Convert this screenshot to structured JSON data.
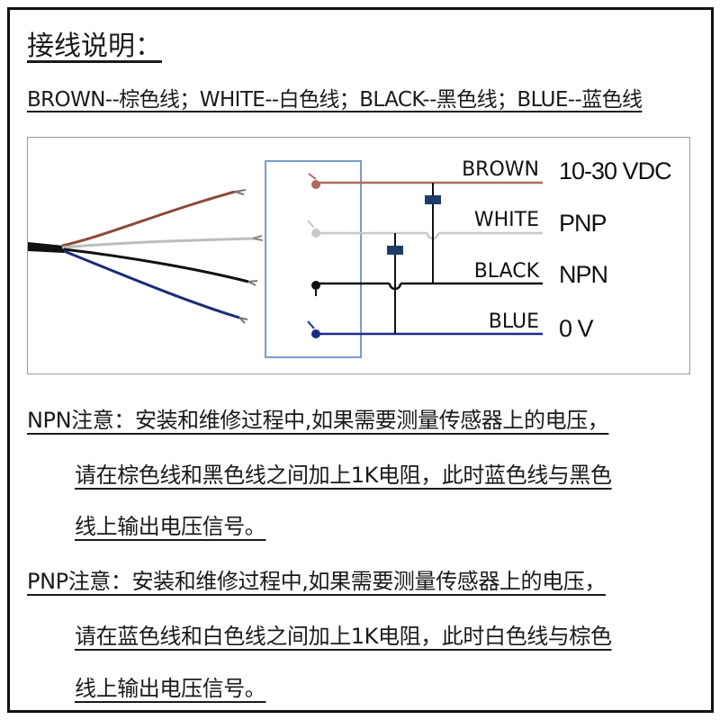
{
  "title": "接线说明：",
  "legend": "BROWN--棕色线；WHITE--白色线；BLACK--黑色线；BLUE--蓝色线",
  "wires": [
    {
      "name": "BROWN",
      "function": "10-30 VDC",
      "color": "#b06a5a"
    },
    {
      "name": "WHITE",
      "function": "PNP",
      "color": "#c8c8c8"
    },
    {
      "name": "BLACK",
      "function": "NPN",
      "color": "#111111"
    },
    {
      "name": "BLUE",
      "function": "0 V",
      "color": "#1c2a8a"
    }
  ],
  "cable_colors": {
    "sheath": "#111111",
    "outline_box": "#7a9ccf",
    "capacitor": "#1f3c66"
  },
  "notes": {
    "npn": {
      "line1": "NPN注意：安装和维修过程中,如果需要测量传感器上的电压，",
      "line2": "请在棕色线和黑色线之间加上1K电阻，此时蓝色线与黑色",
      "line3": "线上输出电压信号。"
    },
    "pnp": {
      "line1": "PNP注意：安装和维修过程中,如果需要测量传感器上的电压，",
      "line2": "请在蓝色线和白色线之间加上1K电阻，此时白色线与棕色",
      "line3": "线上输出电压信号。"
    }
  }
}
